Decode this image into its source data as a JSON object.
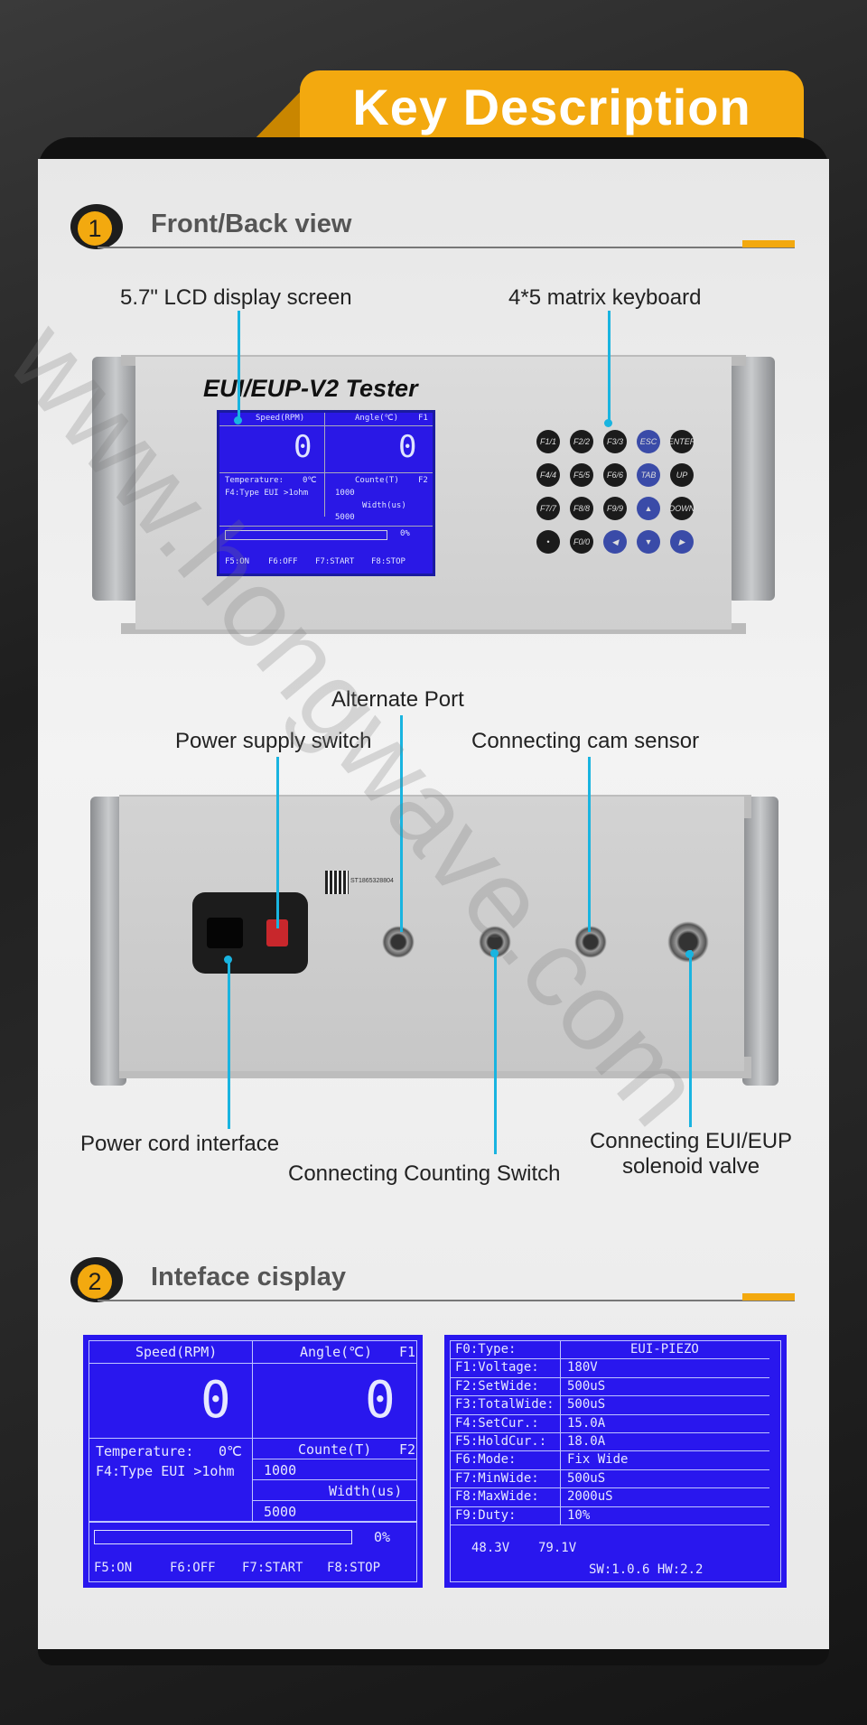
{
  "header": {
    "title": "Key Description"
  },
  "section1": {
    "number": "1",
    "title": "Front/Back view"
  },
  "front_labels": {
    "lcd": "5.7\" LCD display screen",
    "keyboard": "4*5 matrix keyboard"
  },
  "device_front": {
    "brand": "EUI/EUP-V2 Tester",
    "lcd": {
      "speed": "Speed(RPM)",
      "angle": "Angle(℃)",
      "f1": "F1",
      "speed_value": "0",
      "angle_value": "0",
      "temperature": "Temperature:",
      "temp_value": "0℃",
      "type": "F4:Type EUI >1ohm",
      "counte": "Counte(T)",
      "f2": "F2",
      "counte_value": "1000",
      "width": "Width(us)",
      "width_value": "5000",
      "percent": "0%",
      "f5": "F5:ON",
      "f6": "F6:OFF",
      "f7": "F7:START",
      "f8": "F8:STOP"
    },
    "keys": [
      [
        "F1/1",
        "F2/2",
        "F3/3",
        "ESC",
        "ENTER"
      ],
      [
        "F4/4",
        "F5/5",
        "F6/6",
        "TAB",
        "UP"
      ],
      [
        "F7/7",
        "F8/8",
        "F9/9",
        "▲",
        "DOWN"
      ],
      [
        "•",
        "F0/0",
        "◀",
        "▼",
        "▶"
      ]
    ]
  },
  "back_labels": {
    "alternate_port": "Alternate Port",
    "power_switch": "Power supply switch",
    "cam_sensor": "Connecting cam sensor",
    "power_cord": "Power cord interface",
    "counting_switch": "Connecting Counting Switch",
    "solenoid_line1": "Connecting EUI/EUP",
    "solenoid_line2": "solenoid valve"
  },
  "device_back": {
    "qr_text": "ST1865328804"
  },
  "section2": {
    "number": "2",
    "title": "Inteface cisplay"
  },
  "screen1": {
    "speed": "Speed(RPM)",
    "angle": "Angle(℃)",
    "f1": "F1",
    "speed_value": "0",
    "angle_value": "0",
    "temperature": "Temperature:",
    "temp_value": "0℃",
    "type": "F4:Type EUI >1ohm",
    "counte": "Counte(T)",
    "f2": "F2",
    "counte_value": "1000",
    "width": "Width(us)",
    "width_value": "5000",
    "percent": "0%",
    "f5": "F5:ON",
    "f6": "F6:OFF",
    "f7": "F7:START",
    "f8": "F8:STOP"
  },
  "screen2": {
    "rows": [
      {
        "key": "F0:Type:",
        "value": "EUI-PIEZO"
      },
      {
        "key": "F1:Voltage:",
        "value": "180V"
      },
      {
        "key": "F2:SetWide:",
        "value": "500uS"
      },
      {
        "key": "F3:TotalWide:",
        "value": "500uS"
      },
      {
        "key": "F4:SetCur.:",
        "value": "15.0A"
      },
      {
        "key": "F5:HoldCur.:",
        "value": "18.0A"
      },
      {
        "key": "F6:Mode:",
        "value": "Fix Wide"
      },
      {
        "key": "F7:MinWide:",
        "value": "500uS"
      },
      {
        "key": "F8:MaxWide:",
        "value": "2000uS"
      },
      {
        "key": "F9:Duty:",
        "value": "10%"
      }
    ],
    "reading1": "48.3V",
    "reading2": "79.1V",
    "version": "SW:1.0.6 HW:2.2"
  },
  "watermark": "www.hongwave.com",
  "colors": {
    "accent": "#f3a90f",
    "pointer": "#19b4e0",
    "lcd_blue": "#2917ee"
  }
}
